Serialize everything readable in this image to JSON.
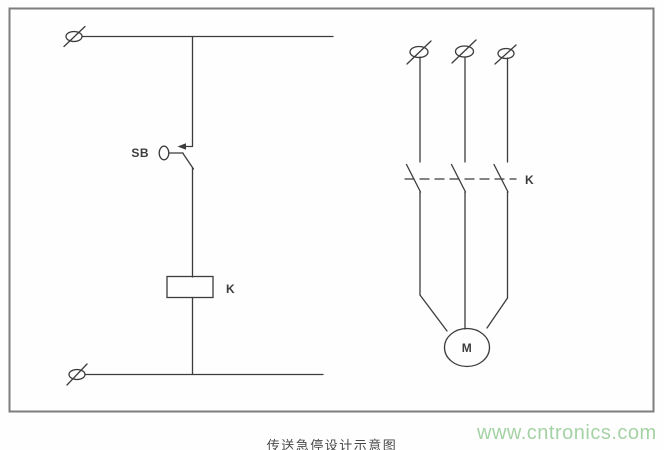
{
  "schematic": {
    "labels": {
      "stop_button": "SB",
      "relay_coil": "K",
      "relay_contact": "K",
      "motor": "M"
    },
    "caption": "传送急停设计示意图",
    "watermark": "www.cntronics.com"
  },
  "icons": {
    "power_terminals": "crossed-circle-terminal-icon",
    "stop_button_head": "mushroom-head-button-icon"
  },
  "colors": {
    "line": "#3c3c3c",
    "frame": "#7e7e7e",
    "label": "#3c3c3c",
    "caption": "#474747",
    "watermark": "#a5d2a5",
    "background": "#fefefe"
  }
}
